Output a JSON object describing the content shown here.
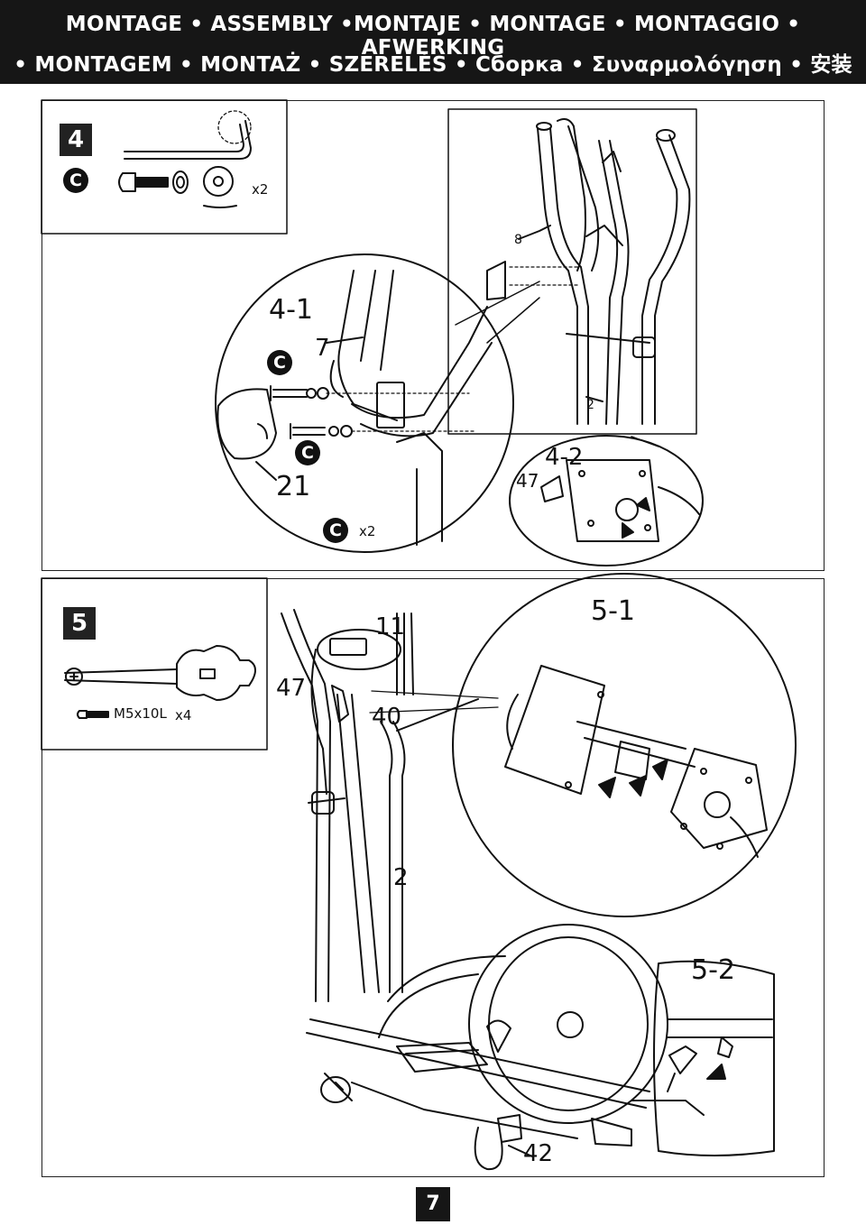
{
  "header": {
    "line1": "MONTAGE • ASSEMBLY •MONTAJE • MONTAGE • MONTAGGIO • AFWERKING",
    "line2": "• MONTAGEM • MONTAŻ • SZERELÉS • Сборка • Συναρμολόγηση • 安装"
  },
  "step4": {
    "number": "4",
    "hardware_code": "C",
    "hardware_qty": "x2",
    "detail1": {
      "title": "4-1",
      "part_7": "7",
      "part_21": "21",
      "code": "C",
      "qty": "x2"
    },
    "detail2": {
      "title": "4-2",
      "part_47": "47"
    },
    "part_8": "8",
    "part_2": "2"
  },
  "step5": {
    "number": "5",
    "screw_spec": "M5x10L",
    "screw_qty": "x4",
    "part_11": "11",
    "part_47": "47",
    "part_40": "40",
    "part_2": "2",
    "part_42": "42",
    "detail1": {
      "title": "5-1"
    },
    "detail2": {
      "title": "5-2"
    }
  },
  "footer": {
    "page_number": "7"
  }
}
